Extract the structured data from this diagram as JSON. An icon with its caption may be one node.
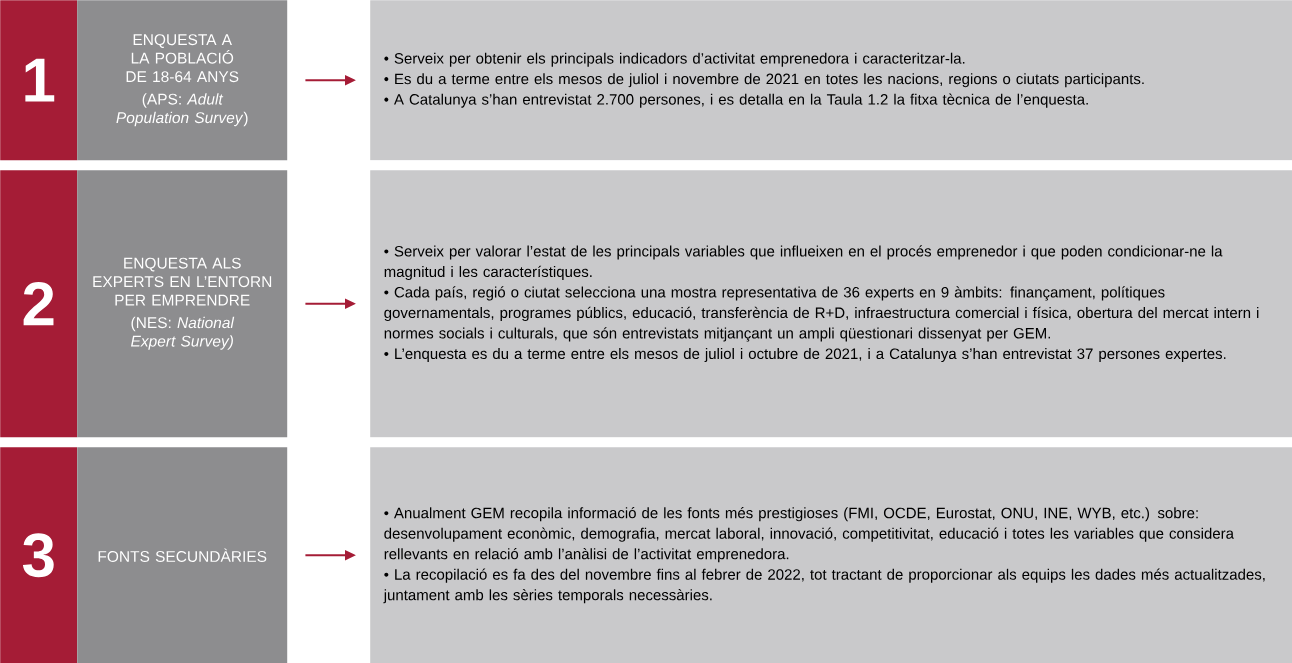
{
  "diagram": {
    "nodes": [
      {
        "text": [
          "1"
        ]
      },
      {
        "text": [
          "ENQUESTA A LA POBLACIÓ DE 18-64 ANYS",
          "(APS: *Adult Population Survey*)"
        ]
      },
      {
        "text": [
          "• Serveix per obtenir els principals indicadors d’activitat emprenedora i caracteritzar-la.",
          "• Es du a terme entre els mesos de juliol i novembre de 2021 en totes les nacions, regions o ciutats participants.",
          "• A Catalunya s’han entrevistat 2.700 persones, i es detalla en la Taula 1.2 la fitxa tècnica de l’enquesta."
        ]
      },
      {
        "text": [
          "2"
        ]
      },
      {
        "text": [
          "ENQUESTA ALS EXPERTS EN L’ENTORN PER EMPRENDRE",
          "(NES: *National Expert Survey)*"
        ]
      },
      {
        "text": [
          "• Serveix per valorar l’estat de les principals variables que influeixen en el procés emprenedor i que poden condicionar-ne la magnitud i les característiques.",
          "• Cada país, regió o ciutat selecciona una mostra representativa de 36 experts en 9 àmbits: finançament, polítiques governamentals, programes públics, educació, transferència de R+D, infraestructura comercial i física, obertura del mercat intern i normes socials i culturals, que són entrevistats mitjançant un ampli qüestionari dissenyat per GEM.",
          "• L’enquesta es du a terme entre els mesos de juliol i octubre de 2021, i a Catalunya s’han entrevistat 37 persones expertes."
        ]
      },
      {
        "text": [
          "3"
        ]
      },
      {
        "text": [
          "FONTS SECUNDÀRIES"
        ]
      },
      {
        "text": [
          "• Anualment GEM recopila informació de les fonts més prestigioses (FMI, OCDE, Eurostat, ONU, INE, WYB, etc.) sobre: desenvolupament econòmic, demografia, mercat laboral, innovació, competitivitat, educació i totes les variables que considera rellevants en relació amb l’anàlisi de l’activitat emprenedora.",
          "• La recopilació es fa des del novembre fins al febrer de 2022, tot tractant de proporcionar als equips les dades més actualitzades, juntament amb les sèries temporals necessàries."
        ]
      }
    ],
    "edges": [
      {
        "from": 1,
        "to": 2,
        "arrow": "to"
      },
      {
        "from": 4,
        "to": 5,
        "arrow": "to"
      },
      {
        "from": 7,
        "to": 8,
        "arrow": "to"
      }
    ]
  }
}
